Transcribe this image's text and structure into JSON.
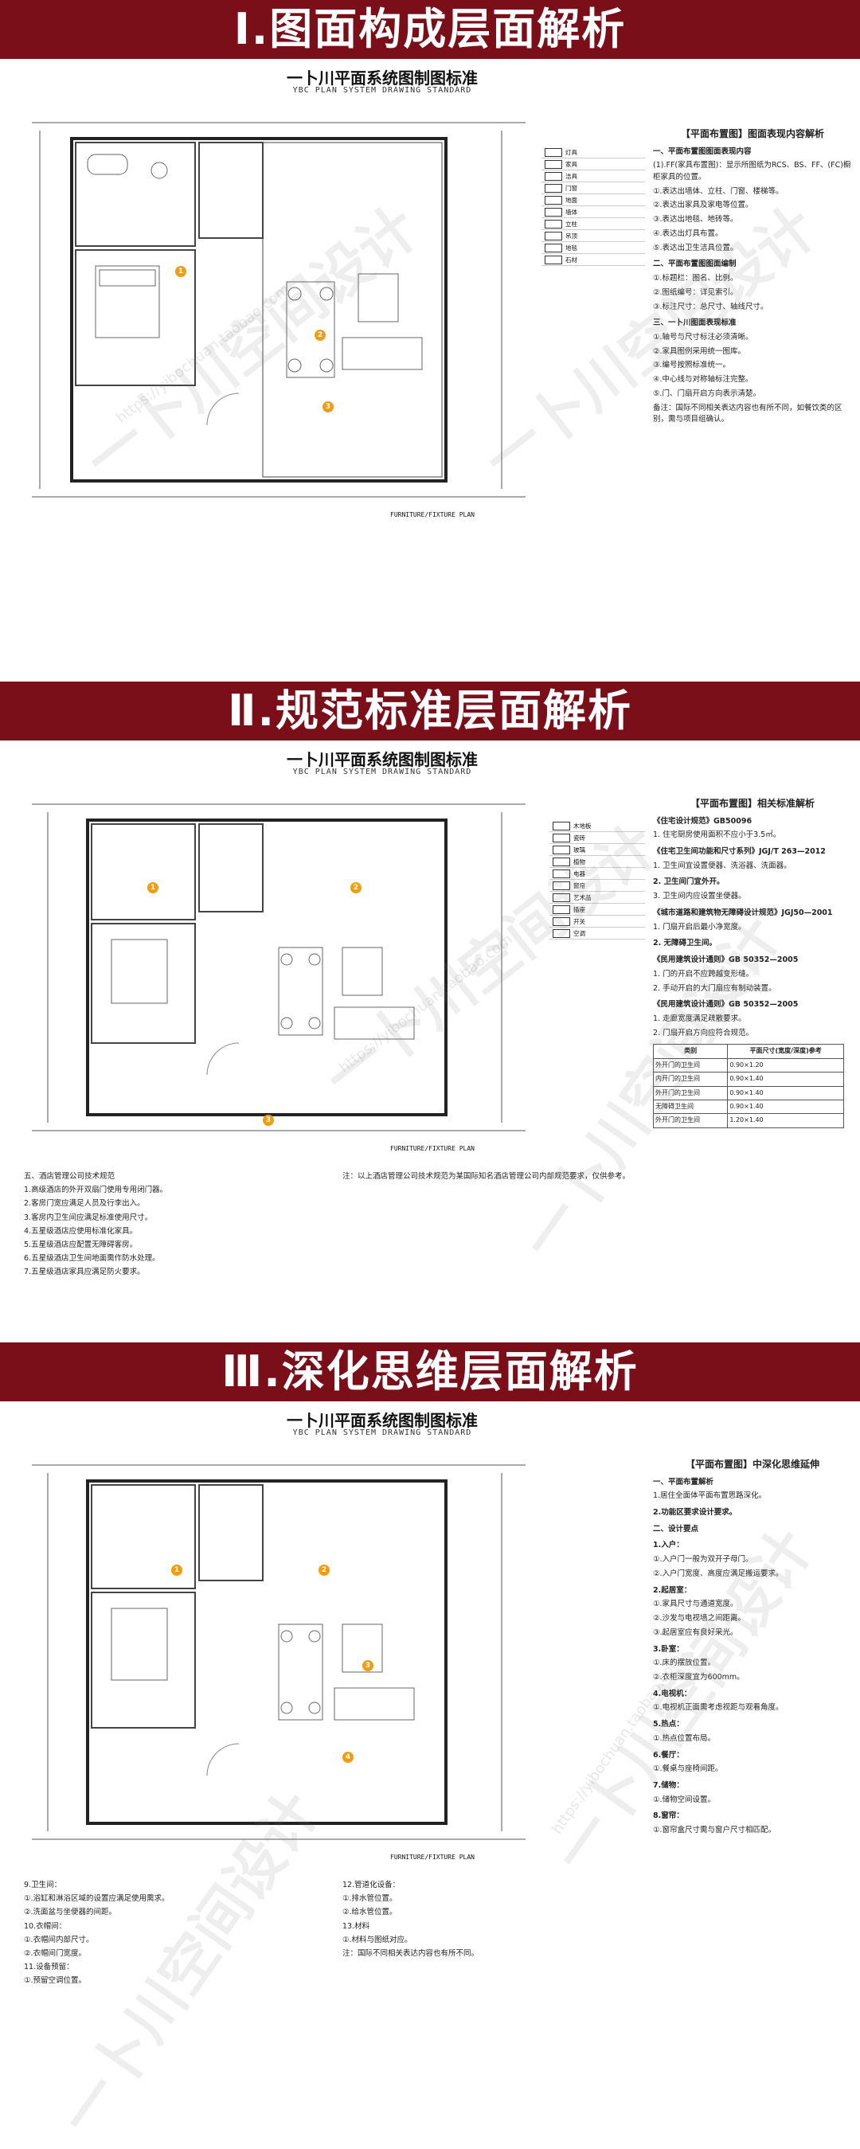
{
  "sections": [
    {
      "banner": "Ⅰ.图面构成层面解析",
      "title": "一卜川平面系统图制图标准",
      "subtitle": "YBC PLAN SYSTEM DRAWING STANDARD",
      "caption": "FURNITURE/FIXTURE PLAN",
      "notes_title": "【平面布置图】图面表现内容解析",
      "notes": [
        "一、平面布置图图面表现内容",
        "(1).FF(家具布置图)：显示所图纸为RCS、BS、FF、(FC)橱柜家具的位置。",
        "①.表达出墙体、立柱、门窗、楼梯等。",
        "②.表达出家具及家电等位置。",
        "③.表达出地毯、地砖等。",
        "④.表达出灯具布置。",
        "⑤.表达出卫生洁具位置。",
        "二、平面布置图图面编制",
        "①.标题栏：图名、比例。",
        "②.图纸编号：详见索引。",
        "③.标注尺寸：总尺寸、轴线尺寸。",
        "三、一卜川图面表现标准",
        "①.轴号与尺寸标注必须清晰。",
        "②.家具图例采用统一图库。",
        "③.编号按照标准统一。",
        "④.中心线与对称轴标注完整。",
        "⑤.门、门扇开启方向表示清楚。",
        "备注：国际不同相关表达内容也有所不同，如餐饮类的区别，需与项目组确认。"
      ]
    },
    {
      "banner": "Ⅱ.规范标准层面解析",
      "title": "一卜川平面系统图制图标准",
      "subtitle": "YBC PLAN SYSTEM DRAWING STANDARD",
      "caption": "FURNITURE/FIXTURE PLAN",
      "notes_title": "【平面布置图】相关标准解析",
      "notes": [
        "《住宅设计规范》GB50096",
        "1. 住宅厨房使用面积不应小于3.5㎡。",
        "《住宅卫生间功能和尺寸系列》JGJ/T 263—2012",
        "1. 卫生间宜设置便器、洗浴器、洗面器。",
        "2. 卫生间门宜外开。",
        "3. 卫生间内应设置坐便器。",
        "《城市道路和建筑物无障碍设计规范》JGJ50—2001",
        "1. 门扇开启后最小净宽度。",
        "2. 无障碍卫生间。",
        "《民用建筑设计通则》GB 50352—2005",
        "1. 门的开启不应跨越变形缝。",
        "2. 手动开启的大门扇应有制动装置。",
        "《民用建筑设计通则》GB 50352—2005",
        "1. 走廊宽度满足疏散要求。",
        "2. 门扇开启方向应符合规范。"
      ],
      "table_header": [
        "类别",
        "平面尺寸(宽度/深度)参考"
      ],
      "table_rows": [
        [
          "外开门的卫生间",
          "0.90×1.20"
        ],
        [
          "内开门的卫生间",
          "0.90×1.40"
        ],
        [
          "外开门的卫生间",
          "0.90×1.40"
        ],
        [
          "无障碍卫生间",
          "0.90×1.40"
        ],
        [
          "外开门的卫生间",
          "1.20×1.40"
        ]
      ],
      "bottom_notes_left": [
        "五、酒店管理公司技术规范",
        "1.高级酒店的外开双扇门使用专用闭门器。",
        "2.客房门宽应满足人员及行李出入。",
        "3.客房内卫生间应满足标准使用尺寸。",
        "4.五星级酒店应使用标准化家具。",
        "5.五星级酒店应配置无障碍客房。",
        "6.五星级酒店卫生间地面需作防水处理。",
        "7.五星级酒店家具应满足防火要求。"
      ],
      "bottom_notes_right": [
        "注：以上酒店管理公司技术规范为某国际知名酒店管理公司内部规范要求，仅供参考。"
      ]
    },
    {
      "banner": "Ⅲ.深化思维层面解析",
      "title": "一卜川平面系统图制图标准",
      "subtitle": "YBC PLAN SYSTEM DRAWING STANDARD",
      "caption": "FURNITURE/FIXTURE PLAN",
      "notes_title": "【平面布置图】中深化思维延伸",
      "notes": [
        "一、平面布置解析",
        "1.居住全面体平面布置思路深化。",
        "2.功能区要求设计要求。",
        "二、设计要点",
        "1.入户：",
        "①.入户门一般为双开子母门。",
        "②.入户门宽度、高度应满足搬运要求。",
        "2.起居室：",
        "①.家具尺寸与通道宽度。",
        "②.沙发与电视墙之间距离。",
        "③.起居室应有良好采光。",
        "3.卧室：",
        "①.床的摆放位置。",
        "②.衣柜深度宜为600mm。",
        "4.电视机：",
        "①.电视机正面需考虑视距与观看角度。",
        "5.热点：",
        "①.热点位置布局。",
        "6.餐厅：",
        "①.餐桌与座椅间距。",
        "7.储物：",
        "①.储物空间设置。",
        "8.窗帘：",
        "①.窗帘盒尺寸需与窗户尺寸相匹配。"
      ],
      "bottom_notes_left": [
        "9.卫生间：",
        "①.浴缸和淋浴区域的设置应满足使用需求。",
        "②.洗面盆与坐便器的间距。",
        "10.衣帽间：",
        "①.衣帽间内部尺寸。",
        "②.衣帽间门宽度。",
        "11.设备预留：",
        "①.预留空调位置。"
      ],
      "bottom_notes_mid": [
        "12.管道化设备：",
        "①.排水管位置。",
        "②.给水管位置。",
        "13.材料",
        "①.材料与图纸对应。",
        "注：国际不同相关表达内容也有所不同。"
      ]
    }
  ],
  "legend_items": [
    "灯具",
    "家具",
    "洁具",
    "门窗",
    "地面",
    "墙体",
    "立柱",
    "吊顶",
    "地毯",
    "石材",
    "木地板",
    "瓷砖",
    "玻璃",
    "植物",
    "电器",
    "窗帘",
    "艺术品",
    "插座",
    "开关",
    "空调"
  ],
  "watermark": "一卜川空间设计",
  "watermark_url": "https://yibochuan.taobao.com",
  "colors": {
    "banner": "#7a0f19",
    "marker": "#f39c12"
  }
}
